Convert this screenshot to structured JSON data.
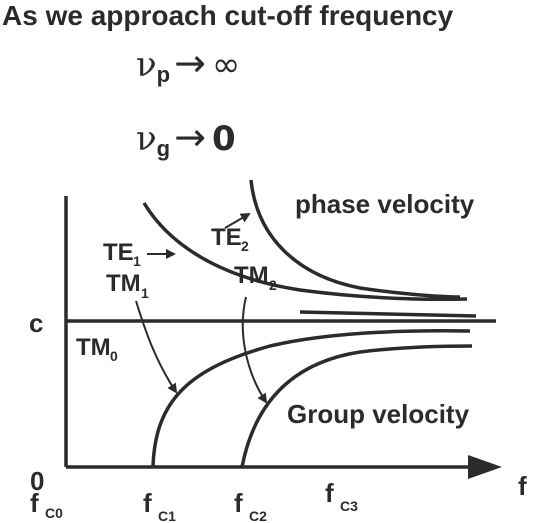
{
  "title": "As we approach cut-off frequency",
  "equations": [
    {
      "symbol": "ν",
      "subscript": "p",
      "arrow": "→",
      "value": "∞"
    },
    {
      "symbol": "ν",
      "subscript": "g",
      "arrow": "→",
      "value": "0"
    }
  ],
  "graph": {
    "y_axis_labels": {
      "c": "c",
      "zero": "0"
    },
    "x_axis_label": "f",
    "x_ticks": [
      {
        "base": "f",
        "sub": "C0"
      },
      {
        "base": "f",
        "sub": "C1"
      },
      {
        "base": "f",
        "sub": "C2"
      },
      {
        "base": "f",
        "sub": "C3"
      }
    ],
    "phase_label": "phase velocity",
    "group_label": "Group velocity",
    "mode_labels": {
      "te1": {
        "base": "TE",
        "sub": "1"
      },
      "tm1": {
        "base": "TM",
        "sub": "1"
      },
      "te2": {
        "base": "TE",
        "sub": "2"
      },
      "tm2": {
        "base": "TM",
        "sub": "2"
      },
      "tm0": {
        "base": "TM",
        "sub": "0"
      }
    },
    "line_color": "#2b2b2b"
  }
}
